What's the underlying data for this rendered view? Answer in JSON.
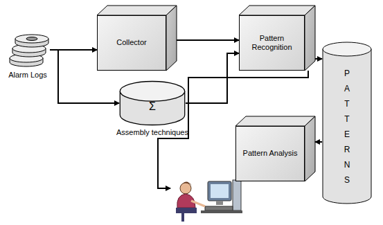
{
  "diagram": {
    "nodes": [
      {
        "text": [
          "Alarm Logs"
        ]
      },
      {
        "text": [
          "Collector"
        ]
      },
      {
        "text": [
          "Pattern Recognition"
        ]
      },
      {
        "text": [
          "Σ",
          "Assembly techniques"
        ]
      },
      {
        "text": [
          "PATTERNS"
        ]
      },
      {
        "text": [
          "Pattern Analysis"
        ]
      }
    ],
    "edges": [
      {
        "from": 0,
        "to": 1,
        "arrow": "to"
      },
      {
        "from": 0,
        "to": 3,
        "arrow": "to"
      },
      {
        "from": 1,
        "to": 2,
        "arrow": "to"
      },
      {
        "from": 3,
        "to": 2,
        "arrow": "to"
      },
      {
        "from": 2,
        "to": 4,
        "arrow": "to"
      },
      {
        "from": 4,
        "to": 5,
        "arrow": "to"
      }
    ]
  }
}
